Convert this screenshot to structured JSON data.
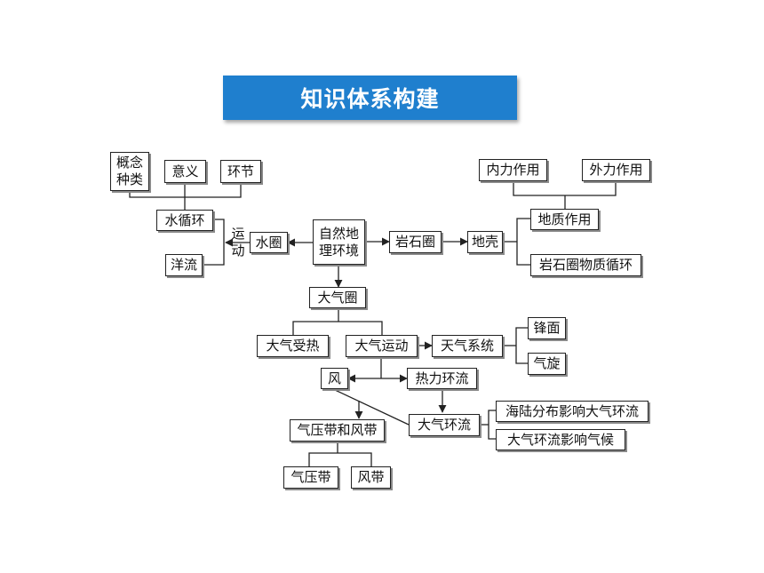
{
  "title": "知识体系构建",
  "nodes": {
    "concept": "概念\n种类",
    "meaning": "意义",
    "link": "环节",
    "water_cycle": "水循环",
    "ocean_current": "洋流",
    "motion": "运\n动",
    "hydrosphere": "水圈",
    "nat_env": "自然地\n理环境",
    "lithosphere": "岩石圈",
    "crust": "地壳",
    "internal": "内力作用",
    "external": "外力作用",
    "geo_action": "地质作用",
    "rock_cycle": "岩石圈物质循环",
    "atmosphere": "大气圈",
    "heating": "大气受热",
    "atm_motion": "大气运动",
    "weather_sys": "天气系统",
    "front": "锋面",
    "cyclone": "气旋",
    "wind": "风",
    "thermal_circ": "热力环流",
    "general_circ": "大气环流",
    "land_sea": "海陆分布影响大气环流",
    "circ_climate": "大气环流影响气候",
    "pressure_wind_belts": "气压带和风带",
    "pressure_belt": "气压带",
    "wind_belt": "风带"
  }
}
